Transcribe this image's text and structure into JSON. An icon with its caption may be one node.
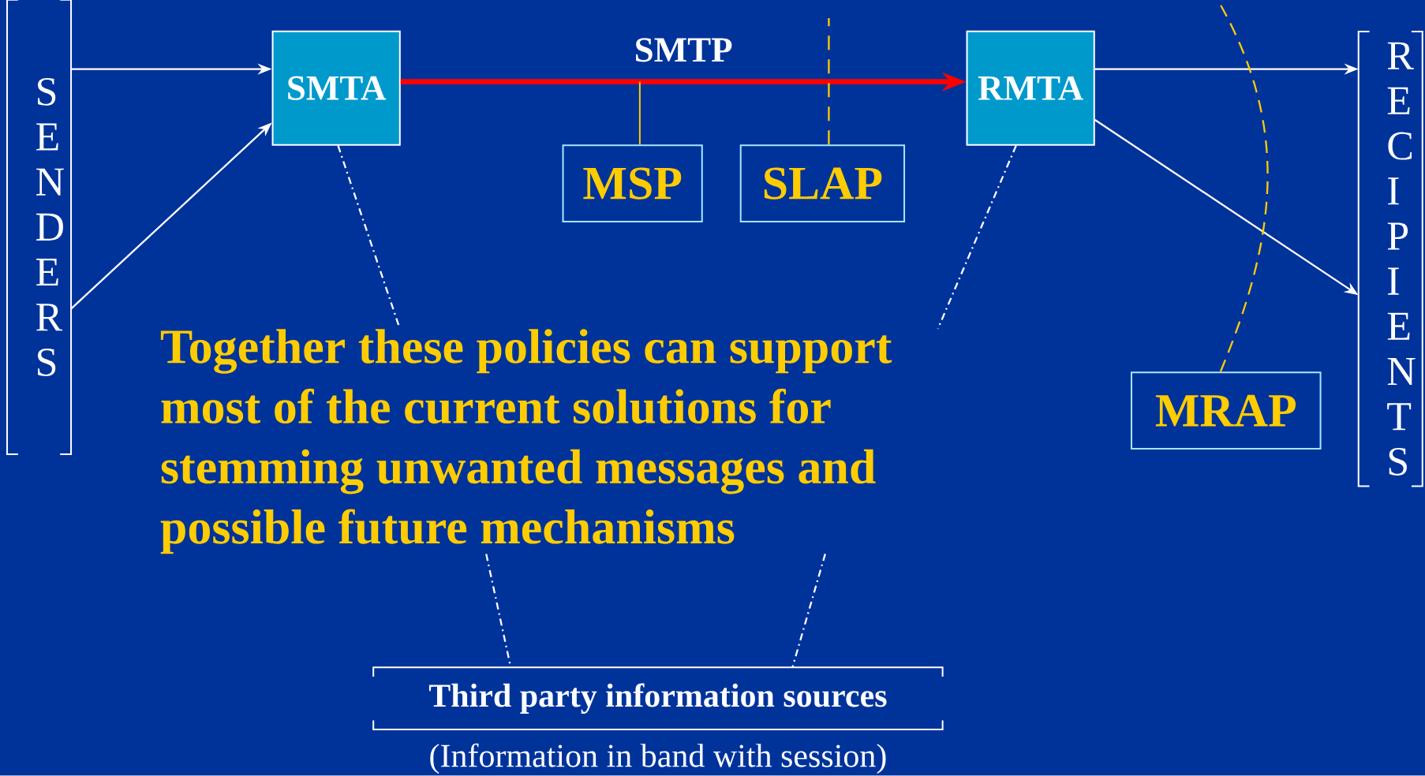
{
  "diagram": {
    "nodes": [
      {
        "text": [
          "S E N D E R S"
        ]
      },
      {
        "text": [
          "SMTA"
        ]
      },
      {
        "text": [
          "RMTA"
        ]
      },
      {
        "text": [
          "MSP"
        ]
      },
      {
        "text": [
          "SLAP"
        ]
      },
      {
        "text": [
          "R E C I P I E N T S"
        ]
      },
      {
        "text": [
          "MRAP"
        ]
      },
      {
        "text": [
          "Together these policies can support most of the current solutions for stemming unwanted messages and possible future mechanisms"
        ]
      },
      {
        "text": [
          "Third party information sources"
        ],
        "beside": [
          "(Information in band with session)"
        ]
      }
    ],
    "edges": [
      {
        "from": 0,
        "to": 1,
        "arrow": "to"
      },
      {
        "from": 0,
        "to": 1,
        "arrow": "to"
      },
      {
        "from": 1,
        "to": 2,
        "arrow": "to",
        "label": "SMTP",
        "style": "thick",
        "color": "#ff0000"
      },
      {
        "from": 3,
        "to": null,
        "arrow": "none",
        "color": "#ffcc00"
      },
      {
        "from": 4,
        "to": null,
        "arrow": "none",
        "style": "dashed",
        "color": "#ffcc00"
      },
      {
        "from": 2,
        "to": 5,
        "arrow": "to"
      },
      {
        "from": 2,
        "to": 5,
        "arrow": "to"
      },
      {
        "from": 1,
        "to": 7,
        "arrow": "none",
        "style": "dashed"
      },
      {
        "from": 2,
        "to": 7,
        "arrow": "none",
        "style": "dashed"
      },
      {
        "from": 7,
        "to": 8,
        "arrow": "none",
        "style": "dashed"
      },
      {
        "from": 7,
        "to": 8,
        "arrow": "none",
        "style": "dashed"
      },
      {
        "from": 6,
        "to": null,
        "arrow": "none",
        "style": "dashed",
        "color": "#ffcc00"
      }
    ]
  }
}
